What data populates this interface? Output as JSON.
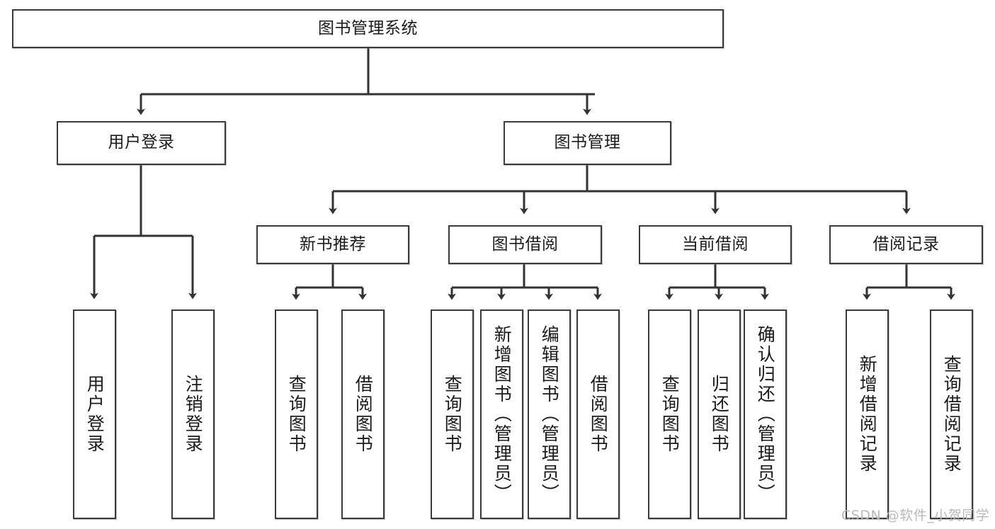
{
  "diagram": {
    "type": "hierarchy-tree",
    "title": "图书管理系统",
    "root": {
      "label": "图书管理系统"
    },
    "level1": [
      {
        "label": "用户登录"
      },
      {
        "label": "图书管理"
      }
    ],
    "level2": [
      {
        "label": "新书推荐"
      },
      {
        "label": "图书借阅"
      },
      {
        "label": "当前借阅"
      },
      {
        "label": "借阅记录"
      }
    ],
    "leaves": {
      "user_login": [
        {
          "label": "用户登录"
        },
        {
          "label": "注销登录"
        }
      ],
      "new_book_recommend": [
        {
          "label": "查询图书"
        },
        {
          "label": "借阅图书"
        }
      ],
      "book_borrow": [
        {
          "label": "查询图书"
        },
        {
          "label": "新增图书（管理员）"
        },
        {
          "label": "编辑图书（管理员）"
        },
        {
          "label": "借阅图书"
        }
      ],
      "current_borrow": [
        {
          "label": "查询图书"
        },
        {
          "label": "归还图书"
        },
        {
          "label": "确认归还（管理员）"
        }
      ],
      "borrow_record": [
        {
          "label": "新增借阅记录"
        },
        {
          "label": "查询借阅记录"
        }
      ]
    },
    "watermark": "CSDN @软件_小贺同学",
    "colors": {
      "box_border": "#3b3b3b",
      "box_fill": "#ffffff",
      "text": "#1b1b1b",
      "connector": "#333333",
      "watermark": "#b9b9b9",
      "background": "#ffffff"
    }
  }
}
